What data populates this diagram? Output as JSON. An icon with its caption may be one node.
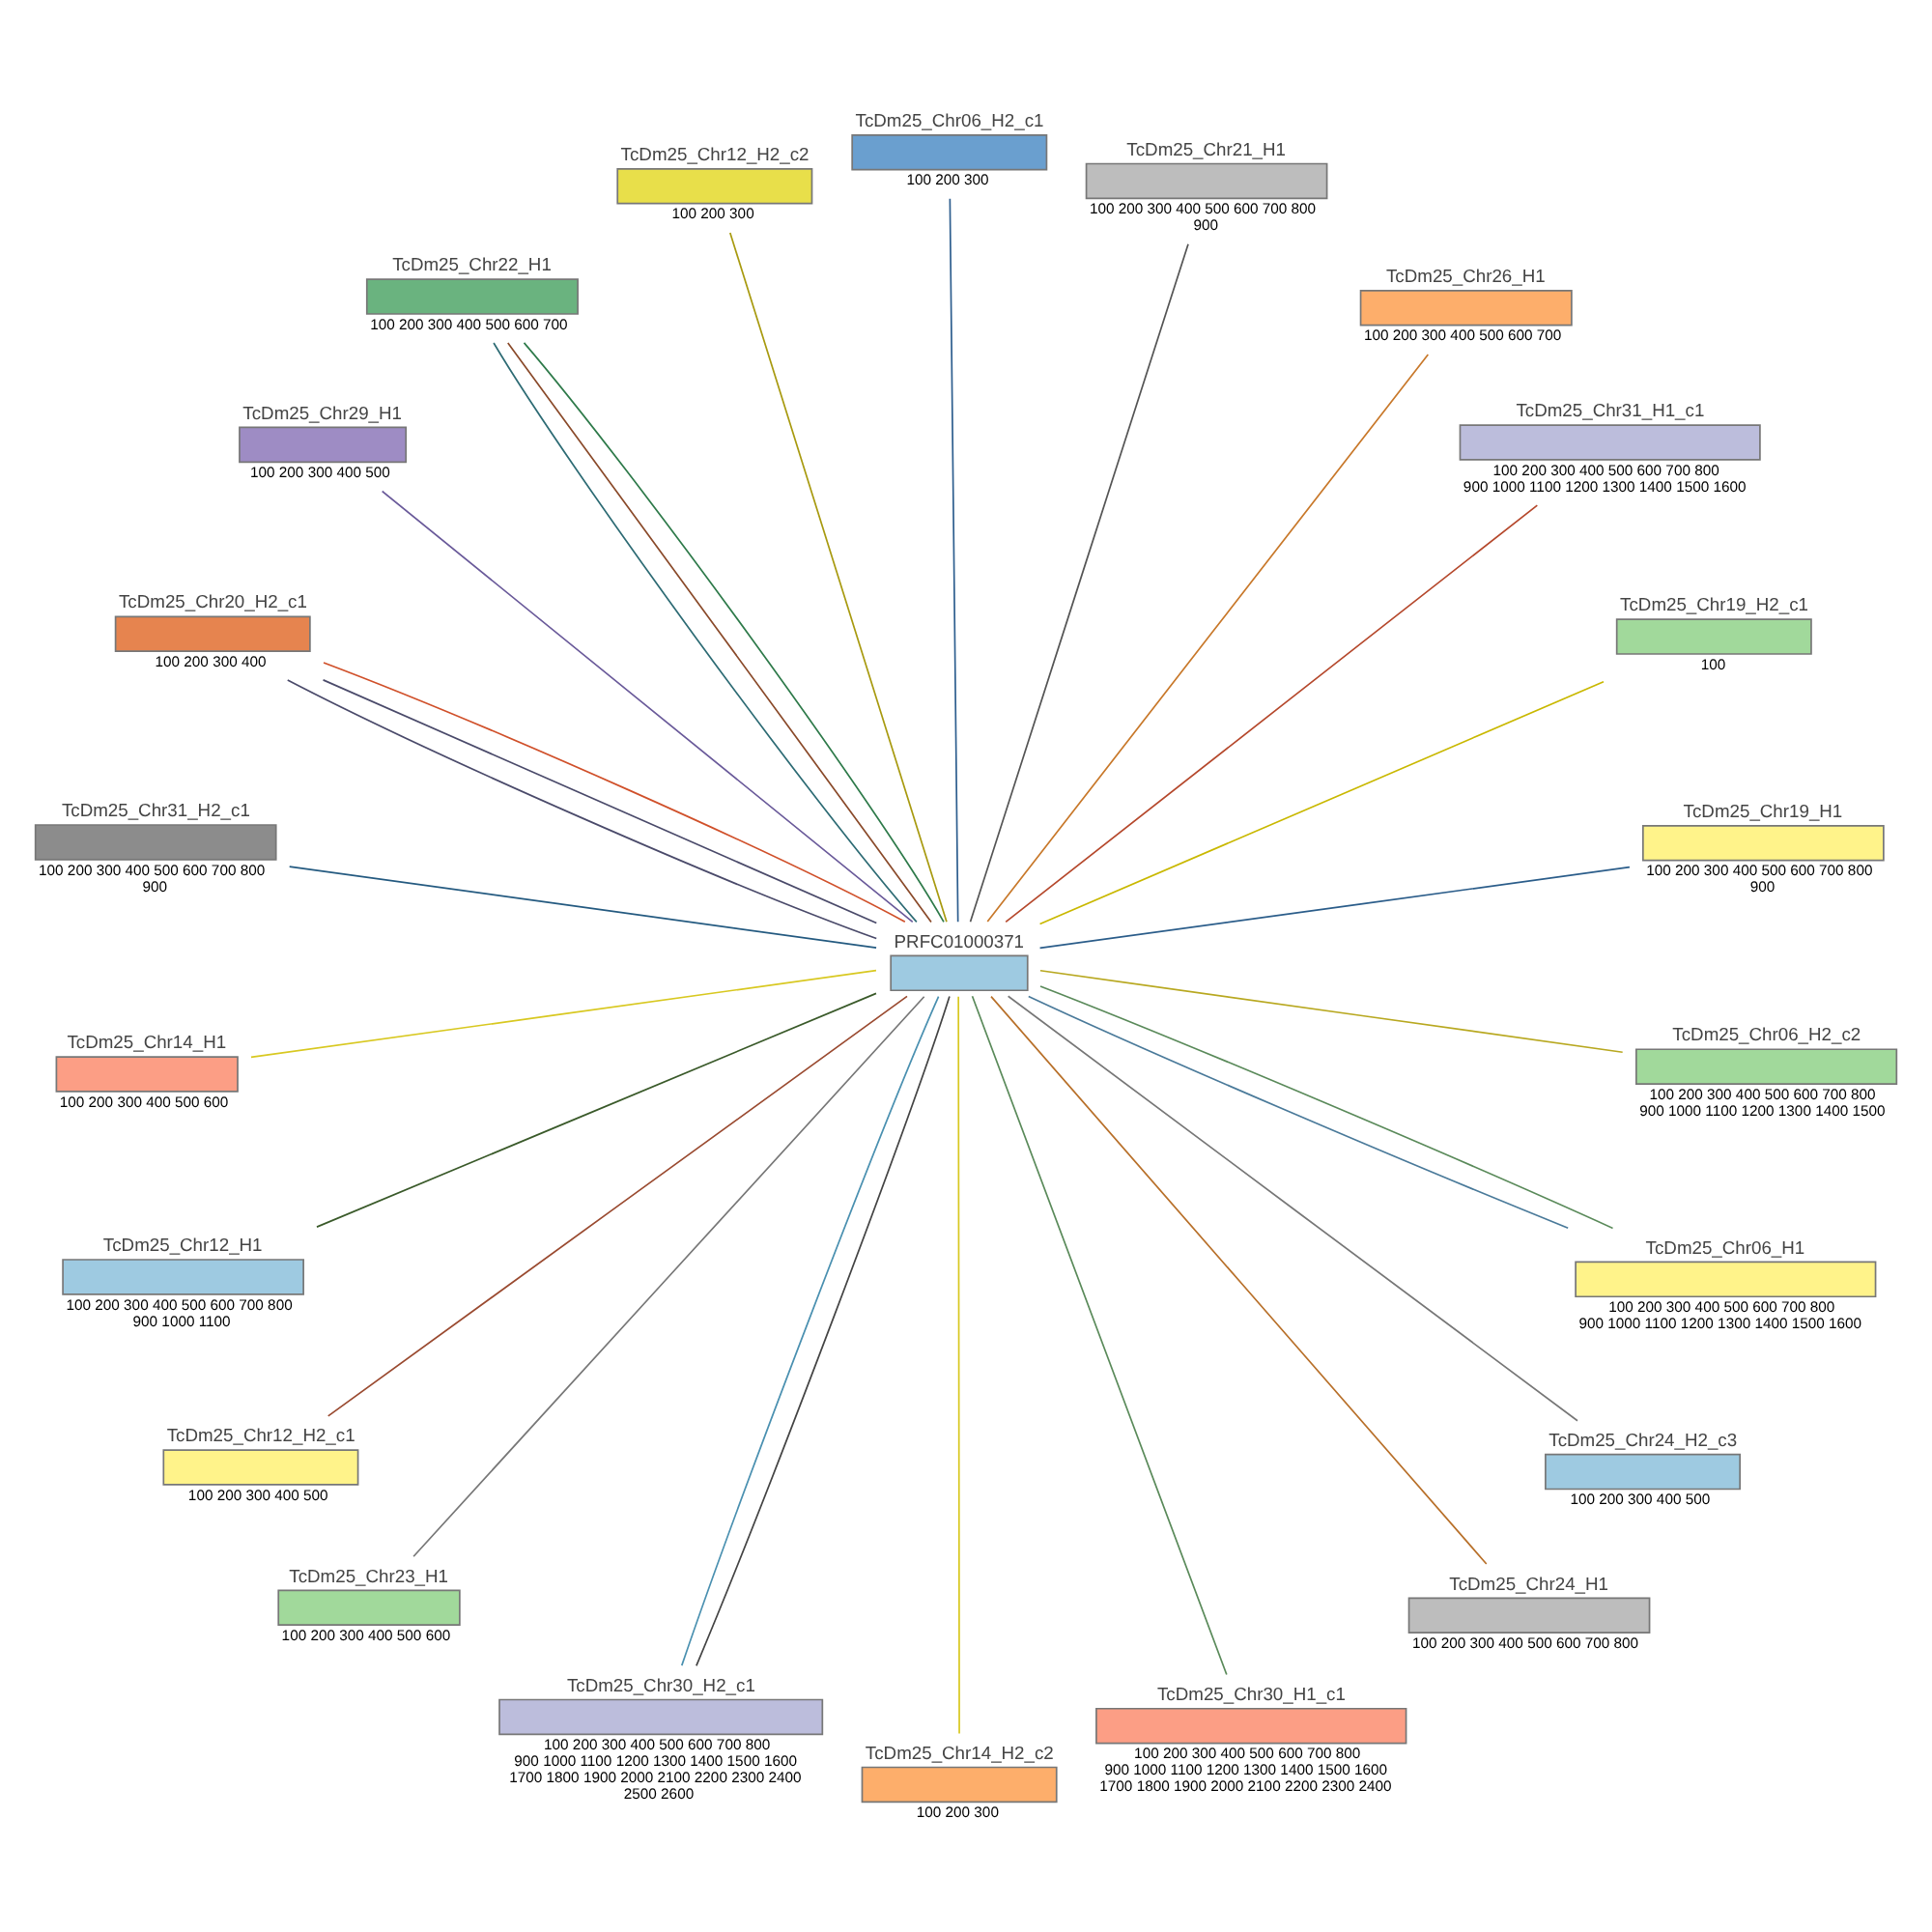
{
  "diagram": {
    "nodes": [
      {
        "text": [
          "PRFC01000371"
        ]
      },
      {
        "text": [
          "TcDm25_Chr19_H1"
        ],
        "beside": [
          "100",
          "200",
          "300",
          "400",
          "500",
          "600",
          "700",
          "800",
          "900"
        ]
      },
      {
        "text": [
          "TcDm25_Chr19_H2_c1"
        ],
        "beside": [
          "100"
        ]
      },
      {
        "text": [
          "TcDm25_Chr31_H1_c1"
        ],
        "beside": [
          "100",
          "200",
          "300",
          "400",
          "500",
          "600",
          "700",
          "800",
          "900",
          "1000",
          "1100",
          "1200",
          "1300",
          "1400",
          "1500",
          "1600"
        ]
      },
      {
        "text": [
          "TcDm25_Chr26_H1"
        ],
        "beside": [
          "100",
          "200",
          "300",
          "400",
          "500",
          "600",
          "700"
        ]
      },
      {
        "text": [
          "TcDm25_Chr21_H1"
        ],
        "beside": [
          "100",
          "200",
          "300",
          "400",
          "500",
          "600",
          "700",
          "800",
          "900"
        ]
      },
      {
        "text": [
          "TcDm25_Chr06_H2_c1"
        ],
        "beside": [
          "100",
          "200",
          "300"
        ]
      },
      {
        "text": [
          "TcDm25_Chr12_H2_c2"
        ],
        "beside": [
          "100",
          "200",
          "300"
        ]
      },
      {
        "text": [
          "TcDm25_Chr22_H1"
        ],
        "beside": [
          "100",
          "200",
          "300",
          "400",
          "500",
          "600",
          "700"
        ]
      },
      {
        "text": [
          "TcDm25_Chr29_H1"
        ],
        "beside": [
          "100",
          "200",
          "300",
          "400",
          "500"
        ]
      },
      {
        "text": [
          "TcDm25_Chr20_H2_c1"
        ],
        "beside": [
          "100",
          "200",
          "300",
          "400"
        ]
      },
      {
        "text": [
          "TcDm25_Chr31_H2_c1"
        ],
        "beside": [
          "100",
          "200",
          "300",
          "400",
          "500",
          "600",
          "700",
          "800",
          "900"
        ]
      },
      {
        "text": [
          "TcDm25_Chr14_H1"
        ],
        "beside": [
          "100",
          "200",
          "300",
          "400",
          "500",
          "600"
        ]
      },
      {
        "text": [
          "TcDm25_Chr12_H1"
        ],
        "beside": [
          "100",
          "200",
          "300",
          "400",
          "500",
          "600",
          "700",
          "800",
          "900",
          "1000",
          "1100"
        ]
      },
      {
        "text": [
          "TcDm25_Chr12_H2_c1"
        ],
        "beside": [
          "100",
          "200",
          "300",
          "400",
          "500"
        ]
      },
      {
        "text": [
          "TcDm25_Chr23_H1"
        ],
        "beside": [
          "100",
          "200",
          "300",
          "400",
          "500",
          "600"
        ]
      },
      {
        "text": [
          "TcDm25_Chr30_H2_c1"
        ],
        "beside": [
          "100",
          "200",
          "300",
          "400",
          "500",
          "600",
          "700",
          "800",
          "900",
          "1000",
          "1100",
          "1200",
          "1300",
          "1400",
          "1500",
          "1600",
          "1700",
          "1800",
          "1900",
          "2000",
          "2100",
          "2200",
          "2300",
          "2400",
          "2500",
          "2600"
        ]
      },
      {
        "text": [
          "TcDm25_Chr14_H2_c2"
        ],
        "beside": [
          "100",
          "200",
          "300"
        ]
      },
      {
        "text": [
          "TcDm25_Chr30_H1_c1"
        ],
        "beside": [
          "100",
          "200",
          "300",
          "400",
          "500",
          "600",
          "700",
          "800",
          "900",
          "1000",
          "1100",
          "1200",
          "1300",
          "1400",
          "1500",
          "1600",
          "1700",
          "1800",
          "1900",
          "2000",
          "2100",
          "2200",
          "2300",
          "2400"
        ]
      },
      {
        "text": [
          "TcDm25_Chr24_H1"
        ],
        "beside": [
          "100",
          "200",
          "300",
          "400",
          "500",
          "600",
          "700",
          "800"
        ]
      },
      {
        "text": [
          "TcDm25_Chr24_H2_c3"
        ],
        "beside": [
          "100",
          "200",
          "300",
          "400",
          "500"
        ]
      },
      {
        "text": [
          "TcDm25_Chr06_H1"
        ],
        "beside": [
          "100",
          "200",
          "300",
          "400",
          "500",
          "600",
          "700",
          "800",
          "900",
          "1000",
          "1100",
          "1200",
          "1300",
          "1400",
          "1500",
          "1600"
        ]
      },
      {
        "text": [
          "TcDm25_Chr06_H2_c2"
        ],
        "beside": [
          "100",
          "200",
          "300",
          "400",
          "500",
          "600",
          "700",
          "800",
          "900",
          "1000",
          "1100",
          "1200",
          "1300",
          "1400",
          "1500"
        ]
      }
    ],
    "edges": [
      {
        "from": 0,
        "to": 1,
        "arrow": "none",
        "color": "#2b5d8a"
      },
      {
        "from": 0,
        "to": 2,
        "arrow": "none",
        "color": "#c9b800"
      },
      {
        "from": 0,
        "to": 3,
        "arrow": "none",
        "color": "#b5482c"
      },
      {
        "from": 0,
        "to": 4,
        "arrow": "none",
        "color": "#c8782a"
      },
      {
        "from": 0,
        "to": 5,
        "arrow": "none",
        "color": "#555555"
      },
      {
        "from": 0,
        "to": 6,
        "arrow": "none",
        "color": "#2f5f8f"
      },
      {
        "from": 0,
        "to": 7,
        "arrow": "none",
        "color": "#a89a10"
      },
      {
        "from": 0,
        "to": 8,
        "arrow": "none",
        "color": "#2d6b74"
      },
      {
        "from": 0,
        "to": 8,
        "arrow": "none",
        "color": "#2e7a4a"
      },
      {
        "from": 0,
        "to": 8,
        "arrow": "none",
        "color": "#8a4a2a"
      },
      {
        "from": 0,
        "to": 9,
        "arrow": "none",
        "color": "#6a5a9a"
      },
      {
        "from": 0,
        "to": 10,
        "arrow": "none",
        "color": "#4a4a6a"
      },
      {
        "from": 0,
        "to": 10,
        "arrow": "none",
        "color": "#d0502a"
      },
      {
        "from": 0,
        "to": 10,
        "arrow": "none",
        "color": "#4a4a6a"
      },
      {
        "from": 0,
        "to": 11,
        "arrow": "none",
        "color": "#245a80"
      },
      {
        "from": 0,
        "to": 12,
        "arrow": "none",
        "color": "#d8c820"
      },
      {
        "from": 0,
        "to": 13,
        "arrow": "none",
        "color": "#3a5a2a"
      },
      {
        "from": 0,
        "to": 14,
        "arrow": "none",
        "color": "#9a4a30"
      },
      {
        "from": 0,
        "to": 15,
        "arrow": "none",
        "color": "#777777"
      },
      {
        "from": 0,
        "to": 16,
        "arrow": "none",
        "color": "#444444"
      },
      {
        "from": 0,
        "to": 16,
        "arrow": "none",
        "color": "#4a90b0"
      },
      {
        "from": 0,
        "to": 17,
        "arrow": "none",
        "color": "#d8c820"
      },
      {
        "from": 0,
        "to": 18,
        "arrow": "none",
        "color": "#5a8a5a"
      },
      {
        "from": 0,
        "to": 19,
        "arrow": "none",
        "color": "#b8702a"
      },
      {
        "from": 0,
        "to": 20,
        "arrow": "none",
        "color": "#777777"
      },
      {
        "from": 0,
        "to": 21,
        "arrow": "none",
        "color": "#5a8a5a"
      },
      {
        "from": 0,
        "to": 21,
        "arrow": "none",
        "color": "#4a7a9a"
      },
      {
        "from": 0,
        "to": 22,
        "arrow": "none",
        "color": "#b8a820"
      }
    ]
  }
}
